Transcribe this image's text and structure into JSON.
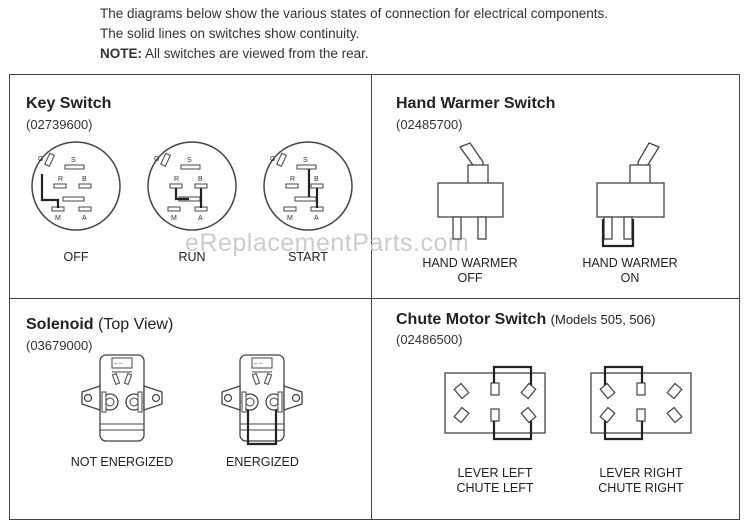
{
  "intro": {
    "line1": "The diagrams below show the various states of connection for electrical components.",
    "line2": "The solid lines on switches show continuity.",
    "note_label": "NOTE:",
    "note_text": "All switches are viewed from the rear."
  },
  "watermark": "eReplacementParts.com",
  "key_switch": {
    "title": "Key Switch",
    "part_number": "(02739600)",
    "terminals": {
      "g": "G",
      "s": "S",
      "r": "R",
      "b": "B",
      "m": "M",
      "a": "A"
    },
    "states": [
      "OFF",
      "RUN",
      "START"
    ]
  },
  "hand_warmer": {
    "title": "Hand Warmer Switch",
    "part_number": "(02485700)",
    "states": [
      {
        "line1": "HAND WARMER",
        "line2": "OFF"
      },
      {
        "line1": "HAND WARMER",
        "line2": "ON"
      }
    ]
  },
  "solenoid": {
    "title": "Solenoid",
    "title_suffix": "(Top View)",
    "part_number": "(03679000)",
    "states": [
      "NOT ENERGIZED",
      "ENERGIZED"
    ]
  },
  "chute_motor": {
    "title": "Chute Motor Switch",
    "title_suffix": "(Models 505, 506)",
    "part_number": "(02486500)",
    "states": [
      {
        "line1": "LEVER LEFT",
        "line2": "CHUTE LEFT"
      },
      {
        "line1": "LEVER RIGHT",
        "line2": "CHUTE RIGHT"
      }
    ]
  }
}
